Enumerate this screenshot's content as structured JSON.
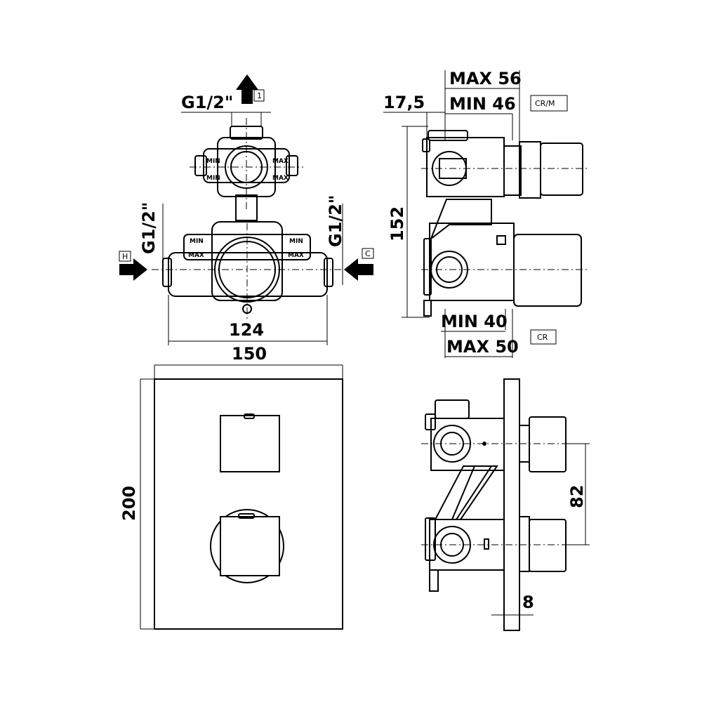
{
  "views": {
    "front_body": {
      "outlet": {
        "thread": "G1/2\"",
        "tag": "1"
      },
      "inlet_left": {
        "thread": "G1/2\"",
        "tag": "H"
      },
      "inlet_right": {
        "thread": "G1/2\"",
        "tag": "C"
      },
      "dim_width": "124",
      "upper_markings": [
        "MIN",
        "MAX",
        "MIN",
        "MAX"
      ],
      "lower_markings": [
        "MIN",
        "MAX",
        "MIN",
        "MAX"
      ]
    },
    "side_body": {
      "dim_offset": "17,5",
      "dim_top_max": "MAX 56",
      "dim_top_min": "MIN 46",
      "tag_top": "CR/M",
      "dim_height": "152",
      "dim_bottom_min": "MIN 40",
      "dim_bottom_max": "MAX 50",
      "tag_bottom": "CR"
    },
    "front_plate": {
      "dim_width": "150",
      "dim_height": "200"
    },
    "side_plate": {
      "dim_spacing": "82",
      "dim_thickness": "8"
    }
  }
}
